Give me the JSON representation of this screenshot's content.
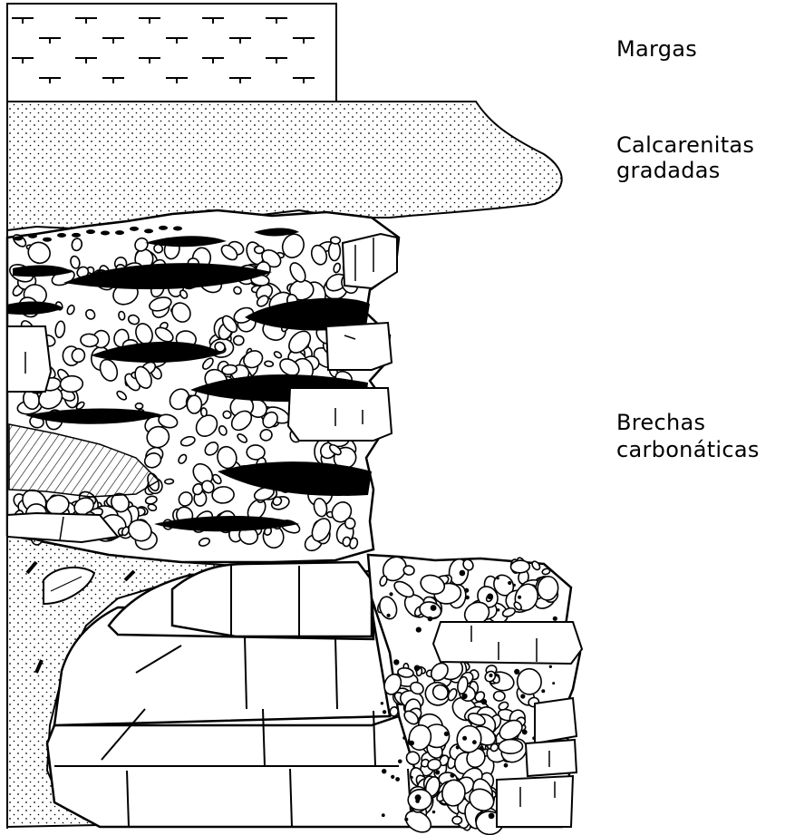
{
  "labels": {
    "margas": "Margas",
    "calcarenitas_line1": "Calcarenitas",
    "calcarenitas_line2": "gradadas",
    "brechas_line1": "Brechas",
    "brechas_line2": "carbonáticas"
  },
  "colors": {
    "ink": "#000000",
    "paper": "#ffffff"
  }
}
